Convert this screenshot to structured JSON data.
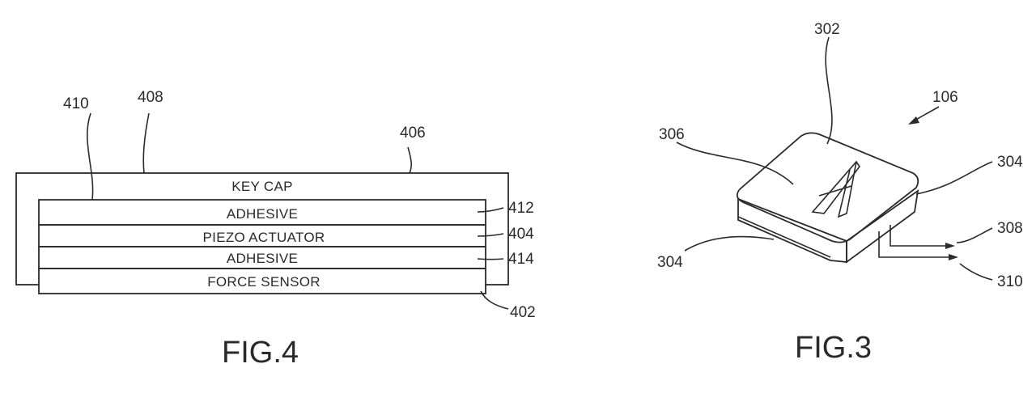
{
  "fig4": {
    "caption": "FIG.4",
    "layers": {
      "keycap": "KEY CAP",
      "adhesive_top": "ADHESIVE",
      "piezo": "PIEZO ACTUATOR",
      "adhesive_bottom": "ADHESIVE",
      "force": "FORCE SENSOR"
    },
    "refs": {
      "r410": "410",
      "r408": "408",
      "r406": "406",
      "r412": "412",
      "r404": "404",
      "r414": "414",
      "r402": "402"
    }
  },
  "fig3": {
    "caption": "FIG.3",
    "key_letter": "A",
    "refs": {
      "r302": "302",
      "r106": "106",
      "r306": "306",
      "r304_right": "304",
      "r304_left": "304",
      "r308": "308",
      "r310": "310"
    }
  },
  "colors": {
    "ink": "#2a2a2a",
    "background": "#ffffff"
  }
}
